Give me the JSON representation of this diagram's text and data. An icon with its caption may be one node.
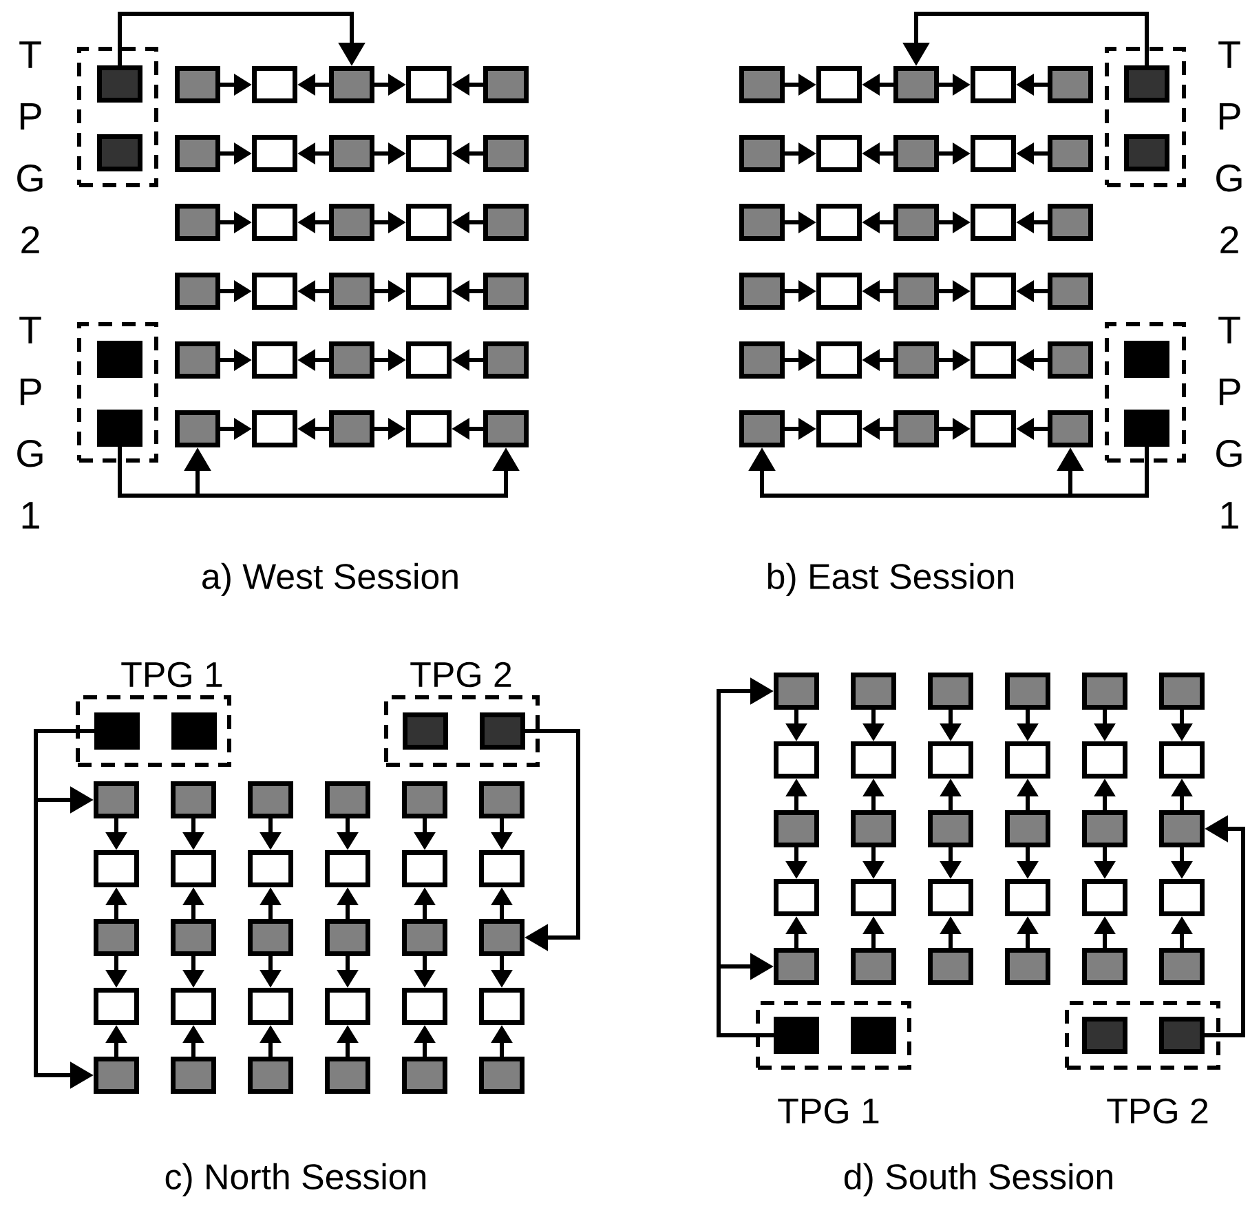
{
  "diagram": {
    "nodes": [
      {
        "text": [
          "T P G 2"
        ]
      },
      {
        "text": [],
        "shape": "box",
        "in": 0
      },
      {
        "text": [],
        "shape": "box",
        "in": 0
      },
      {
        "text": [
          "T P G 1"
        ]
      },
      {
        "text": [],
        "shape": "box",
        "in": 3
      },
      {
        "text": [],
        "shape": "box",
        "in": 3
      },
      {
        "text": [],
        "shape": "box"
      },
      {
        "text": [],
        "shape": "box"
      },
      {
        "text": [],
        "shape": "box"
      },
      {
        "text": [],
        "shape": "box"
      },
      {
        "text": [],
        "shape": "box"
      },
      {
        "text": [],
        "shape": "box"
      },
      {
        "text": [],
        "shape": "box"
      },
      {
        "text": [],
        "shape": "box"
      },
      {
        "text": [],
        "shape": "box"
      },
      {
        "text": [],
        "shape": "box"
      },
      {
        "text": [],
        "shape": "box"
      },
      {
        "text": [],
        "shape": "box"
      },
      {
        "text": [],
        "shape": "box"
      },
      {
        "text": [],
        "shape": "box"
      },
      {
        "text": [],
        "shape": "box"
      },
      {
        "text": [],
        "shape": "box"
      },
      {
        "text": [],
        "shape": "box"
      },
      {
        "text": [],
        "shape": "box"
      },
      {
        "text": [],
        "shape": "box"
      },
      {
        "text": [],
        "shape": "box"
      },
      {
        "text": [],
        "shape": "box"
      },
      {
        "text": [],
        "shape": "box"
      },
      {
        "text": [],
        "shape": "box"
      },
      {
        "text": [],
        "shape": "box"
      },
      {
        "text": [],
        "shape": "box"
      },
      {
        "text": [],
        "shape": "box"
      },
      {
        "text": [],
        "shape": "box"
      },
      {
        "text": [],
        "shape": "box"
      },
      {
        "text": [],
        "shape": "box"
      },
      {
        "text": [],
        "shape": "box"
      },
      {
        "text": [
          "T P G 2"
        ]
      },
      {
        "text": [],
        "shape": "box",
        "in": 36
      },
      {
        "text": [],
        "shape": "box",
        "in": 36
      },
      {
        "text": [
          "T P G 1"
        ]
      },
      {
        "text": [],
        "shape": "box",
        "in": 39
      },
      {
        "text": [],
        "shape": "box",
        "in": 39
      },
      {
        "text": [],
        "shape": "box"
      },
      {
        "text": [],
        "shape": "box"
      },
      {
        "text": [],
        "shape": "box"
      },
      {
        "text": [],
        "shape": "box"
      },
      {
        "text": [],
        "shape": "box"
      },
      {
        "text": [],
        "shape": "box"
      },
      {
        "text": [],
        "shape": "box"
      },
      {
        "text": [],
        "shape": "box"
      },
      {
        "text": [],
        "shape": "box"
      },
      {
        "text": [],
        "shape": "box"
      },
      {
        "text": [],
        "shape": "box"
      },
      {
        "text": [],
        "shape": "box"
      },
      {
        "text": [],
        "shape": "box"
      },
      {
        "text": [],
        "shape": "box"
      },
      {
        "text": [],
        "shape": "box"
      },
      {
        "text": [],
        "shape": "box"
      },
      {
        "text": [],
        "shape": "box"
      },
      {
        "text": [],
        "shape": "box"
      },
      {
        "text": [],
        "shape": "box"
      },
      {
        "text": [],
        "shape": "box"
      },
      {
        "text": [],
        "shape": "box"
      },
      {
        "text": [],
        "shape": "box"
      },
      {
        "text": [],
        "shape": "box"
      },
      {
        "text": [],
        "shape": "box"
      },
      {
        "text": [],
        "shape": "box"
      },
      {
        "text": [],
        "shape": "box"
      },
      {
        "text": [],
        "shape": "box"
      },
      {
        "text": [],
        "shape": "box"
      },
      {
        "text": [],
        "shape": "box"
      },
      {
        "text": [],
        "shape": "box"
      },
      {
        "text": [
          "TPG 1"
        ]
      },
      {
        "text": [],
        "shape": "box",
        "in": 72
      },
      {
        "text": [],
        "shape": "box",
        "in": 72
      },
      {
        "text": [
          "TPG 2"
        ]
      },
      {
        "text": [],
        "shape": "box",
        "in": 75
      },
      {
        "text": [],
        "shape": "box",
        "in": 75
      },
      {
        "text": [],
        "shape": "box"
      },
      {
        "text": [],
        "shape": "box"
      },
      {
        "text": [],
        "shape": "box"
      },
      {
        "text": [],
        "shape": "box"
      },
      {
        "text": [],
        "shape": "box"
      },
      {
        "text": [],
        "shape": "box"
      },
      {
        "text": [],
        "shape": "box"
      },
      {
        "text": [],
        "shape": "box"
      },
      {
        "text": [],
        "shape": "box"
      },
      {
        "text": [],
        "shape": "box"
      },
      {
        "text": [],
        "shape": "box"
      },
      {
        "text": [],
        "shape": "box"
      },
      {
        "text": [],
        "shape": "box"
      },
      {
        "text": [],
        "shape": "box"
      },
      {
        "text": [],
        "shape": "box"
      },
      {
        "text": [],
        "shape": "box"
      },
      {
        "text": [],
        "shape": "box"
      },
      {
        "text": [],
        "shape": "box"
      },
      {
        "text": [],
        "shape": "box"
      },
      {
        "text": [],
        "shape": "box"
      },
      {
        "text": [],
        "shape": "box"
      },
      {
        "text": [],
        "shape": "box"
      },
      {
        "text": [],
        "shape": "box"
      },
      {
        "text": [],
        "shape": "box"
      },
      {
        "text": [],
        "shape": "box"
      },
      {
        "text": [],
        "shape": "box"
      },
      {
        "text": [],
        "shape": "box"
      },
      {
        "text": [],
        "shape": "box"
      },
      {
        "text": [],
        "shape": "box"
      },
      {
        "text": [],
        "shape": "box"
      },
      {
        "text": [],
        "shape": "box"
      },
      {
        "text": [],
        "shape": "box"
      },
      {
        "text": [],
        "shape": "box"
      },
      {
        "text": [],
        "shape": "box"
      },
      {
        "text": [],
        "shape": "box"
      },
      {
        "text": [],
        "shape": "box"
      },
      {
        "text": [],
        "shape": "box"
      },
      {
        "text": [],
        "shape": "box"
      },
      {
        "text": [],
        "shape": "box"
      },
      {
        "text": [],
        "shape": "box"
      },
      {
        "text": [],
        "shape": "box"
      },
      {
        "text": [],
        "shape": "box"
      },
      {
        "text": [],
        "shape": "box"
      },
      {
        "text": [],
        "shape": "box"
      },
      {
        "text": [],
        "shape": "box"
      },
      {
        "text": [],
        "shape": "box"
      },
      {
        "text": [],
        "shape": "box"
      },
      {
        "text": [],
        "shape": "box"
      },
      {
        "text": [],
        "shape": "box"
      },
      {
        "text": [],
        "shape": "box"
      },
      {
        "text": [],
        "shape": "box"
      },
      {
        "text": [],
        "shape": "box"
      },
      {
        "text": [],
        "shape": "box"
      },
      {
        "text": [],
        "shape": "box"
      },
      {
        "text": [],
        "shape": "box"
      },
      {
        "text": [],
        "shape": "box"
      },
      {
        "text": [],
        "shape": "box"
      },
      {
        "text": [],
        "shape": "box"
      },
      {
        "text": [],
        "shape": "box"
      },
      {
        "text": [],
        "shape": "box"
      },
      {
        "text": [
          "TPG 1"
        ]
      },
      {
        "text": [],
        "shape": "box",
        "in": 138
      },
      {
        "text": [],
        "shape": "box",
        "in": 138
      },
      {
        "text": [
          "TPG 2"
        ]
      },
      {
        "text": [],
        "shape": "box",
        "in": 141
      },
      {
        "text": [],
        "shape": "box",
        "in": 141
      }
    ],
    "edges": [
      {
        "from": 6,
        "to": 7,
        "arrow": "to"
      },
      {
        "from": 8,
        "to": 7,
        "arrow": "to"
      },
      {
        "from": 8,
        "to": 9,
        "arrow": "to"
      },
      {
        "from": 10,
        "to": 9,
        "arrow": "to"
      },
      {
        "from": 11,
        "to": 12,
        "arrow": "to"
      },
      {
        "from": 13,
        "to": 12,
        "arrow": "to"
      },
      {
        "from": 13,
        "to": 14,
        "arrow": "to"
      },
      {
        "from": 15,
        "to": 14,
        "arrow": "to"
      },
      {
        "from": 16,
        "to": 17,
        "arrow": "to"
      },
      {
        "from": 18,
        "to": 17,
        "arrow": "to"
      },
      {
        "from": 18,
        "to": 19,
        "arrow": "to"
      },
      {
        "from": 20,
        "to": 19,
        "arrow": "to"
      },
      {
        "from": 21,
        "to": 22,
        "arrow": "to"
      },
      {
        "from": 23,
        "to": 22,
        "arrow": "to"
      },
      {
        "from": 23,
        "to": 24,
        "arrow": "to"
      },
      {
        "from": 25,
        "to": 24,
        "arrow": "to"
      },
      {
        "from": 26,
        "to": 27,
        "arrow": "to"
      },
      {
        "from": 28,
        "to": 27,
        "arrow": "to"
      },
      {
        "from": 28,
        "to": 29,
        "arrow": "to"
      },
      {
        "from": 30,
        "to": 29,
        "arrow": "to"
      },
      {
        "from": 31,
        "to": 32,
        "arrow": "to"
      },
      {
        "from": 33,
        "to": 32,
        "arrow": "to"
      },
      {
        "from": 33,
        "to": 34,
        "arrow": "to"
      },
      {
        "from": 35,
        "to": 34,
        "arrow": "to"
      },
      {
        "from": 1,
        "to": 8,
        "arrow": "to"
      },
      {
        "from": 5,
        "to": 31,
        "arrow": "to"
      },
      {
        "from": 5,
        "to": 35,
        "arrow": "to"
      },
      {
        "from": 42,
        "to": 43,
        "arrow": "to"
      },
      {
        "from": 44,
        "to": 43,
        "arrow": "to"
      },
      {
        "from": 44,
        "to": 45,
        "arrow": "to"
      },
      {
        "from": 46,
        "to": 45,
        "arrow": "to"
      },
      {
        "from": 47,
        "to": 48,
        "arrow": "to"
      },
      {
        "from": 49,
        "to": 48,
        "arrow": "to"
      },
      {
        "from": 49,
        "to": 50,
        "arrow": "to"
      },
      {
        "from": 51,
        "to": 50,
        "arrow": "to"
      },
      {
        "from": 52,
        "to": 53,
        "arrow": "to"
      },
      {
        "from": 54,
        "to": 53,
        "arrow": "to"
      },
      {
        "from": 54,
        "to": 55,
        "arrow": "to"
      },
      {
        "from": 56,
        "to": 55,
        "arrow": "to"
      },
      {
        "from": 57,
        "to": 58,
        "arrow": "to"
      },
      {
        "from": 59,
        "to": 58,
        "arrow": "to"
      },
      {
        "from": 59,
        "to": 60,
        "arrow": "to"
      },
      {
        "from": 61,
        "to": 60,
        "arrow": "to"
      },
      {
        "from": 62,
        "to": 63,
        "arrow": "to"
      },
      {
        "from": 64,
        "to": 63,
        "arrow": "to"
      },
      {
        "from": 64,
        "to": 65,
        "arrow": "to"
      },
      {
        "from": 66,
        "to": 65,
        "arrow": "to"
      },
      {
        "from": 67,
        "to": 68,
        "arrow": "to"
      },
      {
        "from": 69,
        "to": 68,
        "arrow": "to"
      },
      {
        "from": 69,
        "to": 70,
        "arrow": "to"
      },
      {
        "from": 71,
        "to": 70,
        "arrow": "to"
      },
      {
        "from": 37,
        "to": 44,
        "arrow": "to"
      },
      {
        "from": 41,
        "to": 67,
        "arrow": "to"
      },
      {
        "from": 41,
        "to": 71,
        "arrow": "to"
      },
      {
        "from": 78,
        "to": 84,
        "arrow": "to"
      },
      {
        "from": 90,
        "to": 84,
        "arrow": "to"
      },
      {
        "from": 90,
        "to": 96,
        "arrow": "to"
      },
      {
        "from": 102,
        "to": 96,
        "arrow": "to"
      },
      {
        "from": 79,
        "to": 85,
        "arrow": "to"
      },
      {
        "from": 91,
        "to": 85,
        "arrow": "to"
      },
      {
        "from": 91,
        "to": 97,
        "arrow": "to"
      },
      {
        "from": 103,
        "to": 97,
        "arrow": "to"
      },
      {
        "from": 80,
        "to": 86,
        "arrow": "to"
      },
      {
        "from": 92,
        "to": 86,
        "arrow": "to"
      },
      {
        "from": 92,
        "to": 98,
        "arrow": "to"
      },
      {
        "from": 104,
        "to": 98,
        "arrow": "to"
      },
      {
        "from": 81,
        "to": 87,
        "arrow": "to"
      },
      {
        "from": 93,
        "to": 87,
        "arrow": "to"
      },
      {
        "from": 93,
        "to": 99,
        "arrow": "to"
      },
      {
        "from": 105,
        "to": 99,
        "arrow": "to"
      },
      {
        "from": 82,
        "to": 88,
        "arrow": "to"
      },
      {
        "from": 94,
        "to": 88,
        "arrow": "to"
      },
      {
        "from": 94,
        "to": 100,
        "arrow": "to"
      },
      {
        "from": 106,
        "to": 100,
        "arrow": "to"
      },
      {
        "from": 83,
        "to": 89,
        "arrow": "to"
      },
      {
        "from": 95,
        "to": 89,
        "arrow": "to"
      },
      {
        "from": 95,
        "to": 101,
        "arrow": "to"
      },
      {
        "from": 107,
        "to": 101,
        "arrow": "to"
      },
      {
        "from": 73,
        "to": 78,
        "arrow": "to"
      },
      {
        "from": 73,
        "to": 102,
        "arrow": "to"
      },
      {
        "from": 77,
        "to": 95,
        "arrow": "to"
      },
      {
        "from": 108,
        "to": 114,
        "arrow": "to"
      },
      {
        "from": 120,
        "to": 114,
        "arrow": "to"
      },
      {
        "from": 120,
        "to": 126,
        "arrow": "to"
      },
      {
        "from": 132,
        "to": 126,
        "arrow": "to"
      },
      {
        "from": 109,
        "to": 115,
        "arrow": "to"
      },
      {
        "from": 121,
        "to": 115,
        "arrow": "to"
      },
      {
        "from": 121,
        "to": 127,
        "arrow": "to"
      },
      {
        "from": 133,
        "to": 127,
        "arrow": "to"
      },
      {
        "from": 110,
        "to": 116,
        "arrow": "to"
      },
      {
        "from": 122,
        "to": 116,
        "arrow": "to"
      },
      {
        "from": 122,
        "to": 128,
        "arrow": "to"
      },
      {
        "from": 134,
        "to": 128,
        "arrow": "to"
      },
      {
        "from": 111,
        "to": 117,
        "arrow": "to"
      },
      {
        "from": 123,
        "to": 117,
        "arrow": "to"
      },
      {
        "from": 123,
        "to": 129,
        "arrow": "to"
      },
      {
        "from": 135,
        "to": 129,
        "arrow": "to"
      },
      {
        "from": 112,
        "to": 118,
        "arrow": "to"
      },
      {
        "from": 124,
        "to": 118,
        "arrow": "to"
      },
      {
        "from": 124,
        "to": 130,
        "arrow": "to"
      },
      {
        "from": 136,
        "to": 130,
        "arrow": "to"
      },
      {
        "from": 113,
        "to": 119,
        "arrow": "to"
      },
      {
        "from": 125,
        "to": 119,
        "arrow": "to"
      },
      {
        "from": 125,
        "to": 131,
        "arrow": "to"
      },
      {
        "from": 137,
        "to": 131,
        "arrow": "to"
      },
      {
        "from": 139,
        "to": 108,
        "arrow": "to"
      },
      {
        "from": 139,
        "to": 132,
        "arrow": "to"
      },
      {
        "from": 143,
        "to": 125,
        "arrow": "to"
      }
    ],
    "labels": [
      "a) West Session",
      "b) East Session",
      "c) North Session",
      "d) South Session"
    ]
  }
}
